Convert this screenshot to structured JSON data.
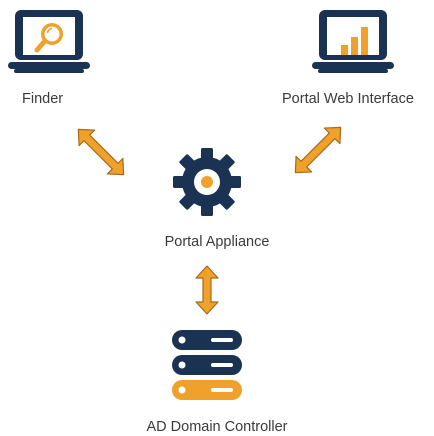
{
  "nodes": {
    "finder": {
      "label": "Finder",
      "icon": "laptop-search-icon"
    },
    "portal_web": {
      "label": "Portal Web Interface",
      "icon": "laptop-chart-icon"
    },
    "appliance": {
      "label": "Portal Appliance",
      "icon": "gear-icon"
    },
    "ad_controller": {
      "label": "AD Domain Controller",
      "icon": "server-stack-icon"
    }
  },
  "connections": [
    {
      "from": "finder",
      "to": "appliance",
      "direction": "bidirectional"
    },
    {
      "from": "portal_web",
      "to": "appliance",
      "direction": "bidirectional"
    },
    {
      "from": "appliance",
      "to": "ad_controller",
      "direction": "bidirectional"
    }
  ],
  "colors": {
    "navy": "#1b3352",
    "orange": "#f0a12b",
    "text": "#3a3a3a",
    "background": "#ffffff"
  }
}
